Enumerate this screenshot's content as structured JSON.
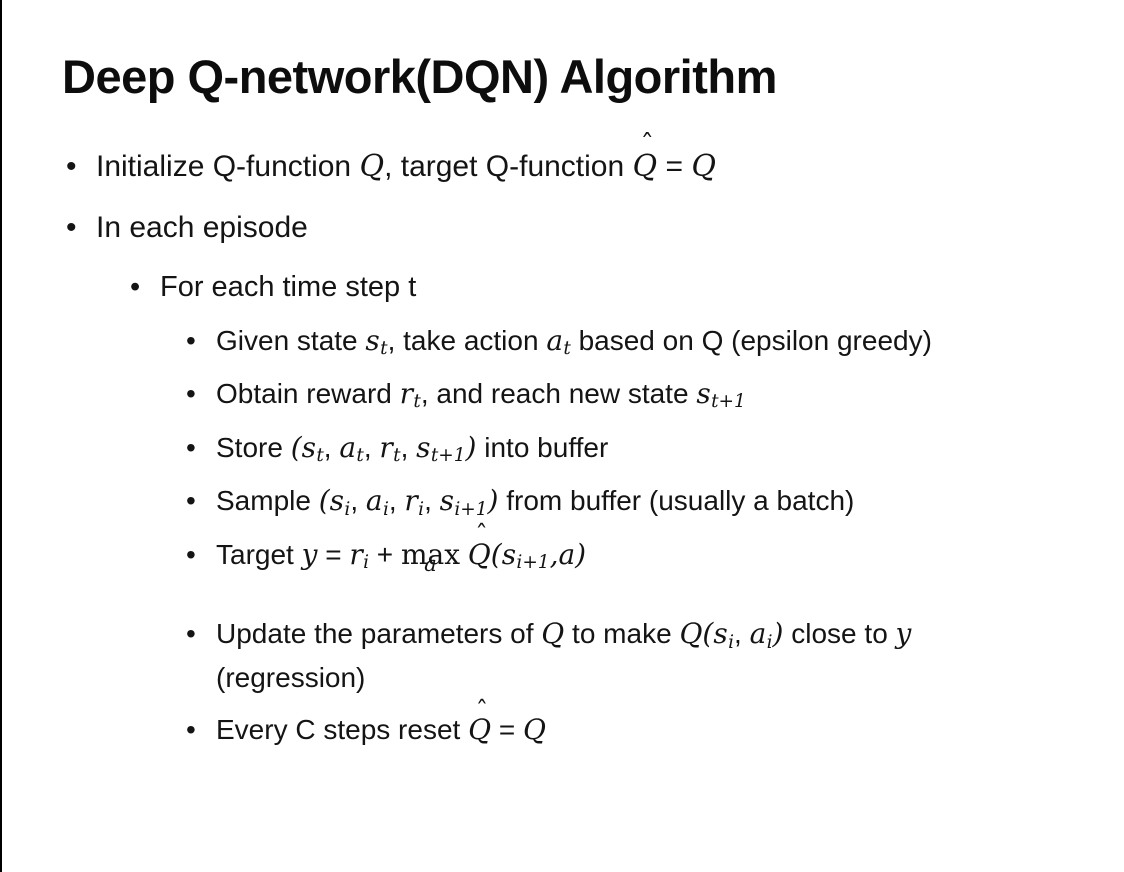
{
  "slide": {
    "title": "Deep Q-network(DQN) Algorithm",
    "bullet_char": "•",
    "background": "#ffffff",
    "text_color": "#111111",
    "bullets": [
      {
        "level": 1,
        "segments": [
          {
            "t": "text",
            "v": "Initialize Q-function "
          },
          {
            "t": "m",
            "v": "Q"
          },
          {
            "t": "text",
            "v": ", target Q-function "
          },
          {
            "t": "mhat",
            "v": "Q"
          },
          {
            "t": "text",
            "v": " = "
          },
          {
            "t": "m",
            "v": "Q"
          }
        ]
      },
      {
        "level": 1,
        "segments": [
          {
            "t": "text",
            "v": "In each episode"
          }
        ]
      },
      {
        "level": 2,
        "segments": [
          {
            "t": "text",
            "v": "For each time step t"
          }
        ]
      },
      {
        "level": 3,
        "segments": [
          {
            "t": "text",
            "v": "Given state "
          },
          {
            "t": "m",
            "v": "s",
            "sub": "t"
          },
          {
            "t": "text",
            "v": ", take action "
          },
          {
            "t": "m",
            "v": "a",
            "sub": "t"
          },
          {
            "t": "text",
            "v": " based on Q (epsilon greedy)"
          }
        ]
      },
      {
        "level": 3,
        "segments": [
          {
            "t": "text",
            "v": "Obtain reward "
          },
          {
            "t": "m",
            "v": "r",
            "sub": "t"
          },
          {
            "t": "text",
            "v": ", and reach new state "
          },
          {
            "t": "m",
            "v": "s",
            "sub": "t+1"
          }
        ]
      },
      {
        "level": 3,
        "segments": [
          {
            "t": "text",
            "v": "Store "
          },
          {
            "t": "m",
            "v": "("
          },
          {
            "t": "m",
            "v": "s",
            "sub": "t"
          },
          {
            "t": "text",
            "v": ", "
          },
          {
            "t": "m",
            "v": "a",
            "sub": "t"
          },
          {
            "t": "text",
            "v": ", "
          },
          {
            "t": "m",
            "v": "r",
            "sub": "t"
          },
          {
            "t": "text",
            "v": ", "
          },
          {
            "t": "m",
            "v": "s",
            "sub": "t+1"
          },
          {
            "t": "m",
            "v": ")"
          },
          {
            "t": "text",
            "v": " into buffer"
          }
        ]
      },
      {
        "level": 3,
        "segments": [
          {
            "t": "text",
            "v": "Sample "
          },
          {
            "t": "m",
            "v": "("
          },
          {
            "t": "m",
            "v": "s",
            "sub": "i"
          },
          {
            "t": "text",
            "v": ", "
          },
          {
            "t": "m",
            "v": "a",
            "sub": "i"
          },
          {
            "t": "text",
            "v": ", "
          },
          {
            "t": "m",
            "v": "r",
            "sub": "i"
          },
          {
            "t": "text",
            "v": ", "
          },
          {
            "t": "m",
            "v": "s",
            "sub": "i+1"
          },
          {
            "t": "m",
            "v": ")"
          },
          {
            "t": "text",
            "v": " from buffer (usually a batch)"
          }
        ]
      },
      {
        "level": 3,
        "space": "lg",
        "segments": [
          {
            "t": "text",
            "v": "Target "
          },
          {
            "t": "m",
            "v": "y"
          },
          {
            "t": "text",
            "v": " = "
          },
          {
            "t": "m",
            "v": "r",
            "sub": "i"
          },
          {
            "t": "text",
            "v": " + "
          },
          {
            "t": "max",
            "v": "max",
            "under": "a"
          },
          {
            "t": "text",
            "v": " "
          },
          {
            "t": "mhat",
            "v": "Q"
          },
          {
            "t": "m",
            "v": "("
          },
          {
            "t": "m",
            "v": "s",
            "sub": "i+1"
          },
          {
            "t": "m",
            "v": ","
          },
          {
            "t": "m",
            "v": "a"
          },
          {
            "t": "m",
            "v": ")"
          }
        ]
      },
      {
        "level": 3,
        "segments": [
          {
            "t": "text",
            "v": "Update the parameters of "
          },
          {
            "t": "m",
            "v": "Q"
          },
          {
            "t": "text",
            "v": " to make "
          },
          {
            "t": "m",
            "v": "Q"
          },
          {
            "t": "m",
            "v": "("
          },
          {
            "t": "m",
            "v": "s",
            "sub": "i"
          },
          {
            "t": "text",
            "v": ", "
          },
          {
            "t": "m",
            "v": "a",
            "sub": "i"
          },
          {
            "t": "m",
            "v": ")"
          },
          {
            "t": "text",
            "v": " close to "
          },
          {
            "t": "m",
            "v": "y"
          },
          {
            "t": "text",
            "v": " (regression)"
          }
        ]
      },
      {
        "level": 3,
        "segments": [
          {
            "t": "text",
            "v": "Every C steps reset "
          },
          {
            "t": "mhat",
            "v": "Q"
          },
          {
            "t": "text",
            "v": " = "
          },
          {
            "t": "m",
            "v": "Q"
          }
        ]
      }
    ]
  }
}
